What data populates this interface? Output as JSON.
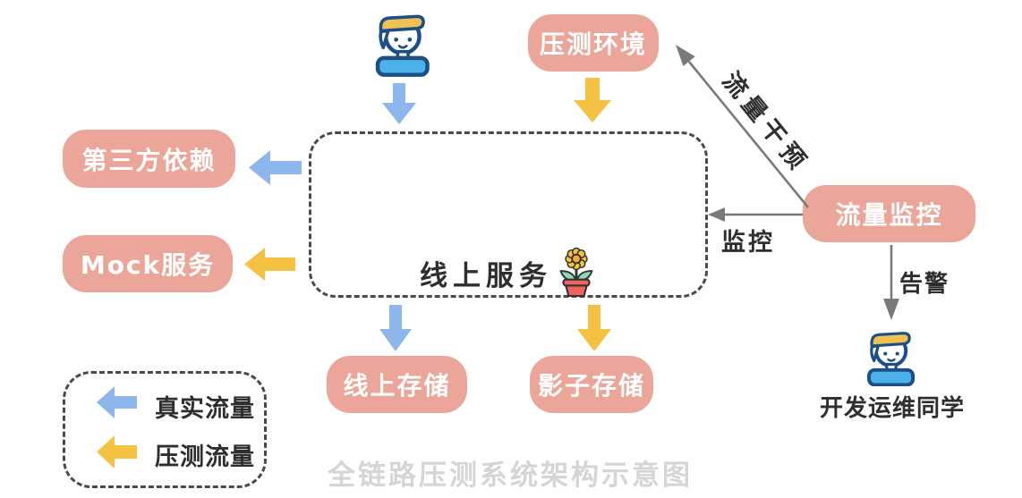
{
  "title": "全链路压测系统架构示意图",
  "colors": {
    "node_fill": "#eba699",
    "node_text": "#ffffff",
    "real_blue": "#8db6ec",
    "stress_yellow": "#f5c143",
    "monitor_gray": "#7a7a7a",
    "dash_border": "#4a4a4a",
    "ink": "#2e2e2e",
    "title_gray": "#d5d5d5",
    "icon_navy": "#1b4f85",
    "icon_shirt": "#4cb1e8",
    "icon_hat": "#f0c052",
    "flower_yellow": "#f6c33c",
    "flower_center": "#f2a93d",
    "leaf_green": "#8ed8b4",
    "pot_red": "#ee6360"
  },
  "nodes": {
    "stress_env": {
      "label": "压测环境"
    },
    "online_service": {
      "label": "线上服务"
    },
    "third_party": {
      "label": "第三方依赖"
    },
    "mock_service": {
      "label": "Mock服务"
    },
    "online_storage": {
      "label": "线上存储"
    },
    "shadow_storage": {
      "label": "影子存储"
    },
    "traffic_monitor": {
      "label": "流量监控"
    },
    "devops_user": {
      "label": "开发运维同学"
    }
  },
  "edges": {
    "traffic_intervention": {
      "label": "流量干预"
    },
    "monitor": {
      "label": "监控"
    },
    "alert": {
      "label": "告警"
    }
  },
  "legend": {
    "real": {
      "label": "真实流量"
    },
    "stress": {
      "label": "压测流量"
    }
  },
  "icons": {
    "user_top": "user-icon",
    "user_devops": "user-icon",
    "flower_pot": "flower-pot-icon"
  }
}
